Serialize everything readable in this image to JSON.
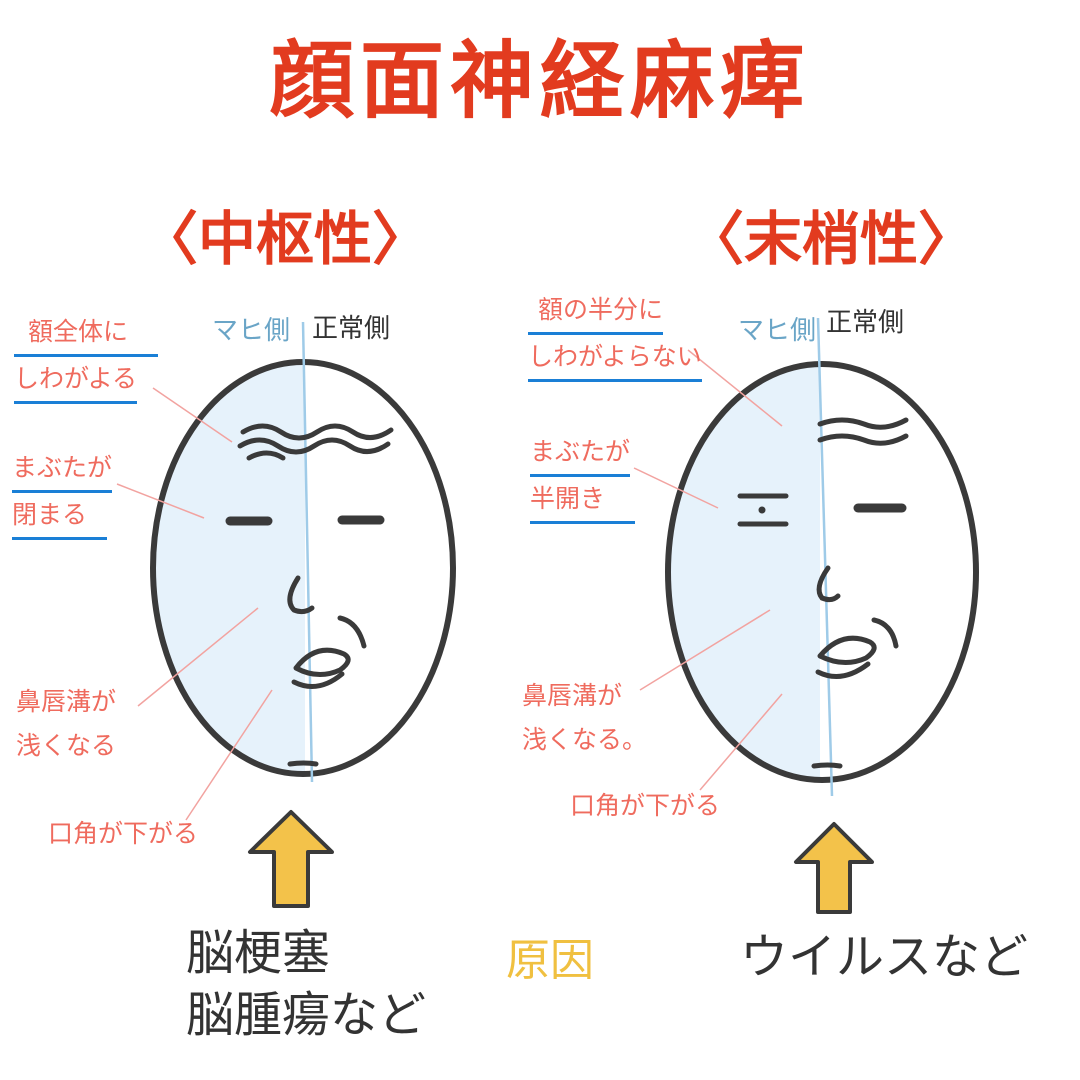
{
  "title": "顔面神経麻痺",
  "colors": {
    "title": "#e23b1f",
    "annotation": "#ef6b5e",
    "paralysis_side": "#6aa5c7",
    "normal_side": "#333333",
    "underline": "#1a7fd6",
    "face_fill": "#e6f2fb",
    "face_outline": "#3a3a3a",
    "arrow": "#f3c24a",
    "cause_label": "#f0c040"
  },
  "central": {
    "heading": "〈中枢性〉",
    "paralysis_side": "マヒ側",
    "normal_side": "正常側",
    "forehead_line1": "額全体に",
    "forehead_line2": "しわがよる",
    "eyelid_line1": "まぶたが",
    "eyelid_line2": "閉まる",
    "nasolabial_line1": "鼻唇溝が",
    "nasolabial_line2": "浅くなる",
    "mouth_corner": "口角が下がる",
    "cause_line1": "脳梗塞",
    "cause_line2": "脳腫瘍など"
  },
  "peripheral": {
    "heading": "〈末梢性〉",
    "paralysis_side": "マヒ側",
    "normal_side": "正常側",
    "forehead_line1": "額の半分に",
    "forehead_line2": "しわがよらない",
    "eyelid_line1": "まぶたが",
    "eyelid_line2": "半開き",
    "nasolabial_line1": "鼻唇溝が",
    "nasolabial_line2": "浅くなる。",
    "mouth_corner": "口角が下がる",
    "cause": "ウイルスなど"
  },
  "cause_label": "原因"
}
